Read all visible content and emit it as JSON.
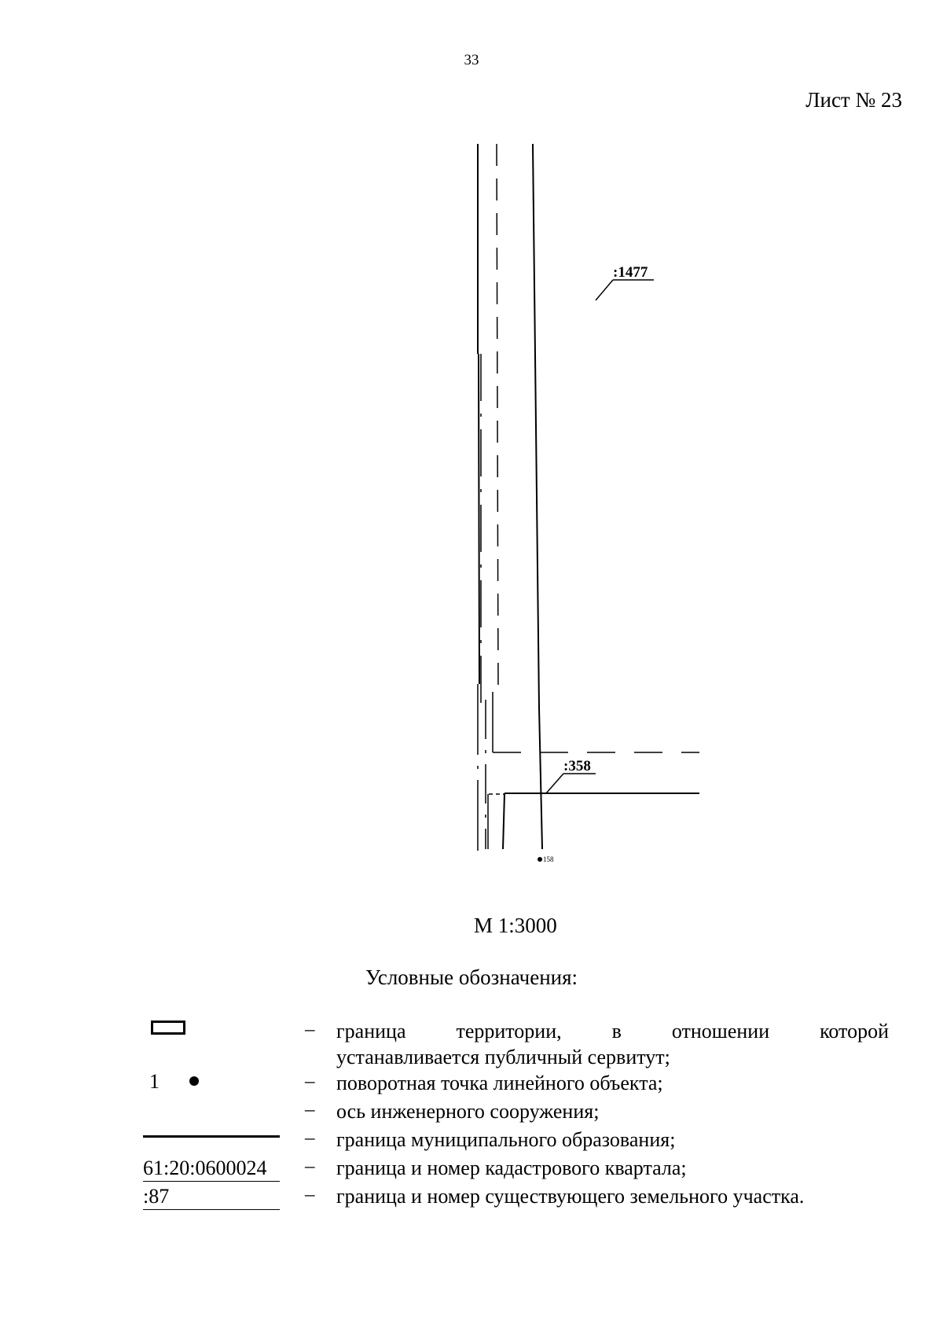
{
  "header": {
    "page_number": "33",
    "sheet_label": "Лист № 23"
  },
  "map": {
    "parcel_labels": [
      ":1477",
      ":358"
    ],
    "point_label": "158",
    "scale": "М 1:3000"
  },
  "legend": {
    "title": "Условные обозначения:",
    "items": [
      {
        "symbol": "rectangle",
        "description": "– граница территории, в отношении которой устанавливается публичный сервитут;",
        "dash": "–",
        "line1": "граница территории, в отношении которой",
        "line2": "устанавливается публичный сервитут;"
      },
      {
        "symbol": "point",
        "point_number": "1",
        "dash": "–",
        "description": "поворотная точка линейного объекта;"
      },
      {
        "symbol": "none",
        "dash": "–",
        "description": "ось инженерного сооружения;"
      },
      {
        "symbol": "solid-line",
        "dash": "–",
        "description": "граница муниципального образования;"
      },
      {
        "symbol": "cadastral-text",
        "label": "61:20:0600024",
        "dash": "–",
        "description": "граница и номер кадастрового квартала;"
      },
      {
        "symbol": "parcel-text",
        "label": ":87",
        "dash": "–",
        "description": "граница и номер существующего земельного участка."
      }
    ]
  }
}
